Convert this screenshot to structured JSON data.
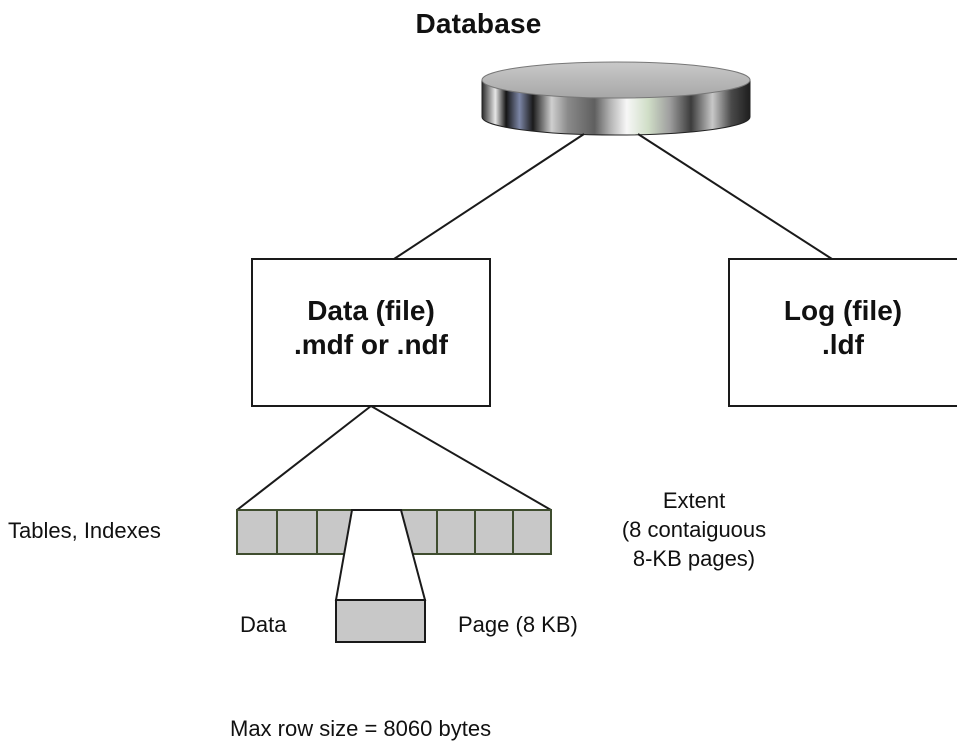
{
  "title": "Database",
  "data_file": {
    "line1": "Data (file)",
    "line2": ".mdf or .ndf"
  },
  "log_file": {
    "line1": "Log (file)",
    "line2": ".ldf"
  },
  "labels": {
    "tables_indexes": "Tables, Indexes",
    "extent_line1": "Extent",
    "extent_line2": "(8 contaiguous",
    "extent_line3": "8-KB pages)",
    "data": "Data",
    "page": "Page (8 KB)",
    "max_row": "Max row size = 8060 bytes"
  },
  "colors": {
    "line": "#1a1a1a",
    "page_fill": "#c8c8c8",
    "box_border": "#1a1a1a"
  }
}
